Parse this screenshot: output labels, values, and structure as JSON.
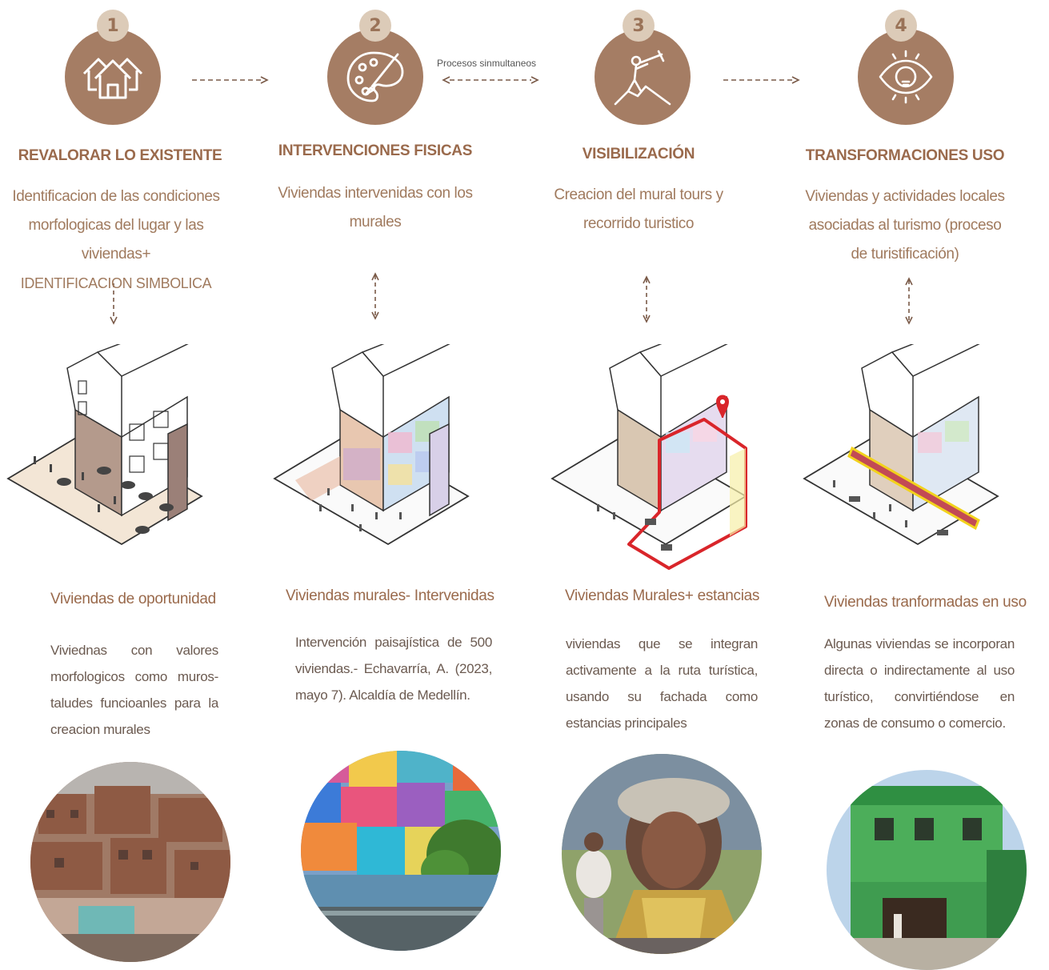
{
  "steps": [
    {
      "number": "1",
      "icon": "houses-icon",
      "title": "REVALORAR LO EXISTENTE",
      "description": "Identificacion de las condiciones morfologicas del lugar y las viviendas+",
      "description_note": "IDENTIFICACION SIMBOLICA",
      "subtitle": "Viviendas de oportunidad",
      "subdescription": "Viviednas con valores morfologicos como muros-taludes funcioanles para la creacion murales",
      "photo": "hillside-brick-houses-photo"
    },
    {
      "number": "2",
      "icon": "palette-brush-icon",
      "title": "INTERVENCIONES FISICAS",
      "description": "Viviendas intervenidas con los murales",
      "subtitle": "Viviendas murales- Intervenidas",
      "subdescription": "Intervención paisajística de 500 viviendas.- Echavarría, A. (2023, mayo 7). Alcaldía de Medellín.",
      "photo": "colorful-painted-houses-photo"
    },
    {
      "number": "3",
      "icon": "telescope-explorer-icon",
      "title": "VISIBILIZACIÓN",
      "description": "Creacion del mural tours y recorrido turistico",
      "subtitle": "Viviendas Murales+ estancias",
      "subdescription": "viviendas que se integran activamente a la ruta turística, usando su fachada como estancias principales",
      "photo": "mural-portrait-photo"
    },
    {
      "number": "4",
      "icon": "eye-lightbulb-icon",
      "title": "TRANSFORMACIONES USO",
      "description": "Viviendas y actividades locales asociadas al turismo (proceso de turistificación)",
      "subtitle": "Viviendas tranformadas en uso",
      "subdescription": "Algunas viviendas se incorporan directa o indirectamente al uso turístico, convirtiéndose en zonas de consumo o comercio.",
      "photo": "green-corner-store-photo"
    }
  ],
  "simultaneous_label": "Procesos sinmultaneos",
  "colors": {
    "accent": "#a57d64",
    "badge_bg": "#dccbb8",
    "title": "#9a6a4c",
    "route": "#d9252a",
    "highlight": "#f2d21c"
  }
}
